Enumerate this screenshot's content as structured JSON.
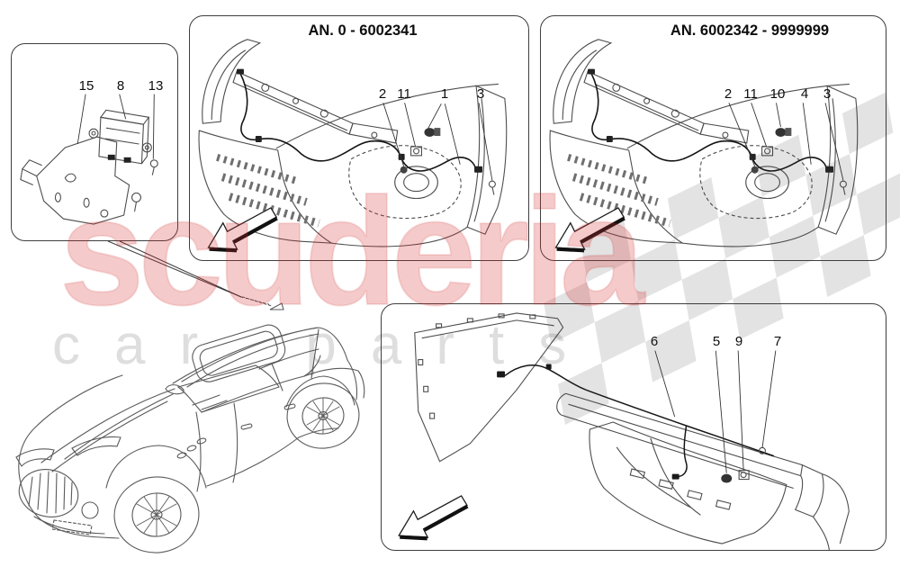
{
  "page": {
    "background": "#ffffff",
    "line_color": "#4d4d4d"
  },
  "watermark": {
    "brand": "scuderia",
    "brand_sub": "car parts",
    "brand_color": "#e05050",
    "flag_color": "#e1e1e1"
  },
  "panels": {
    "bracket": {
      "callouts": [
        "15",
        "8",
        "13"
      ]
    },
    "front_bumper_early": {
      "title": "AN. 0 - 6002341",
      "callouts": [
        "2",
        "11",
        "1",
        "3"
      ]
    },
    "front_bumper_late": {
      "title": "AN. 6002342 - 9999999",
      "callouts": [
        "2",
        "11",
        "10",
        "4",
        "3"
      ]
    },
    "rear_bumper": {
      "callouts": [
        "6",
        "5",
        "9",
        "7"
      ]
    }
  }
}
